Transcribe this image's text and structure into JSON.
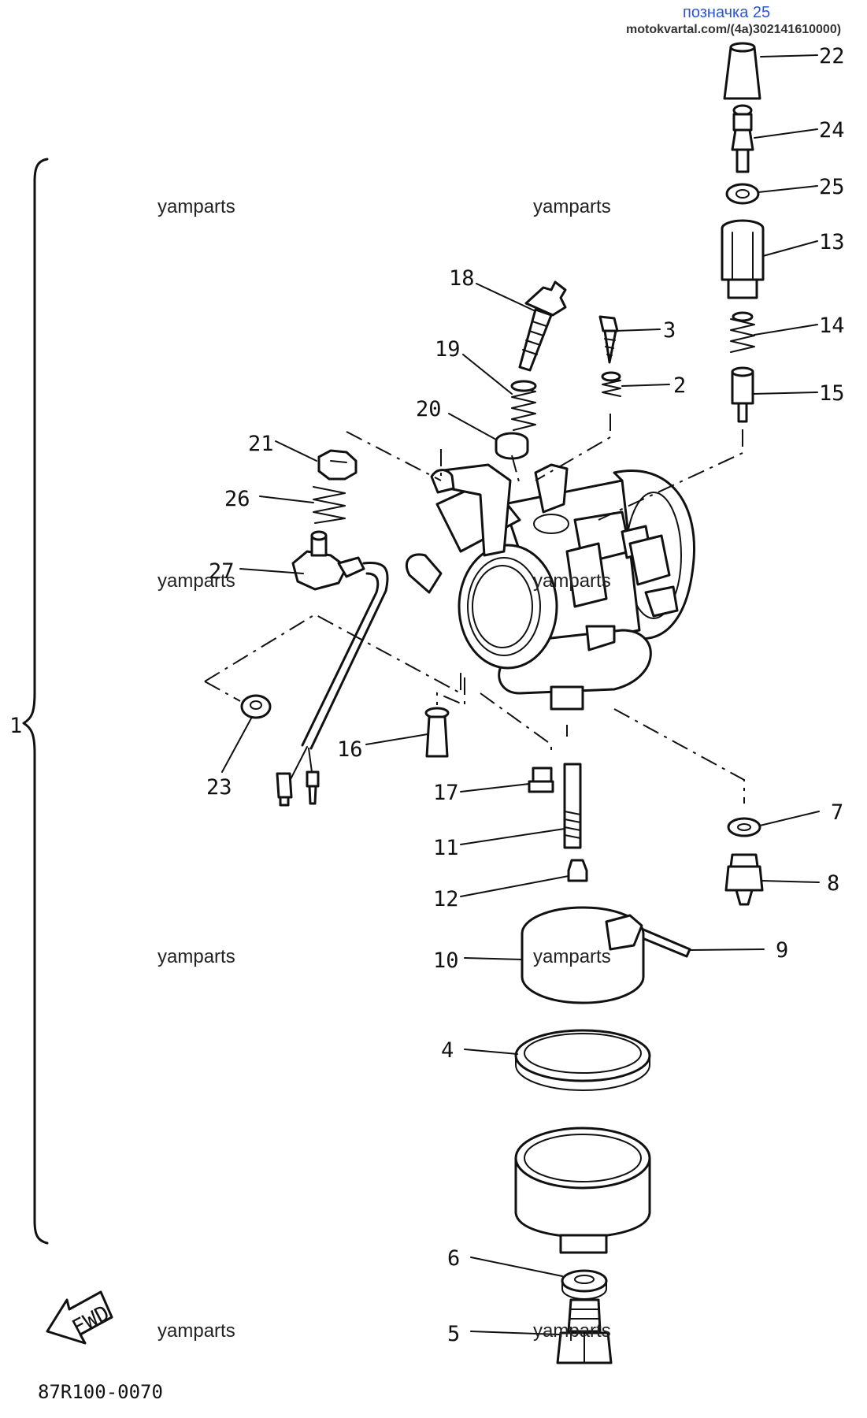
{
  "header": {
    "title": "позначка 25",
    "source": "motokvartal.com/(4a)302141610000)"
  },
  "watermark": "yamparts",
  "diagram_code": "87R100-0070",
  "fwd_label": "FWD",
  "group_label": "1",
  "callouts": [
    "22",
    "24",
    "25",
    "13",
    "14",
    "15",
    "18",
    "3",
    "19",
    "2",
    "20",
    "21",
    "26",
    "27",
    "16",
    "23",
    "17",
    "7",
    "11",
    "8",
    "12",
    "9",
    "10",
    "4",
    "6",
    "5"
  ]
}
